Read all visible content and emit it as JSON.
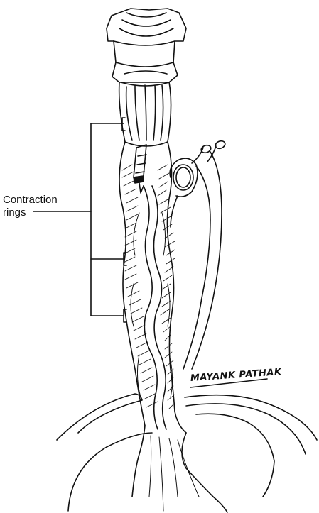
{
  "labels": {
    "line1": "Contraction",
    "line2": "rings"
  },
  "signature": "MAYANK PATHAK",
  "colors": {
    "ink": "#111111",
    "background": "#ffffff"
  }
}
